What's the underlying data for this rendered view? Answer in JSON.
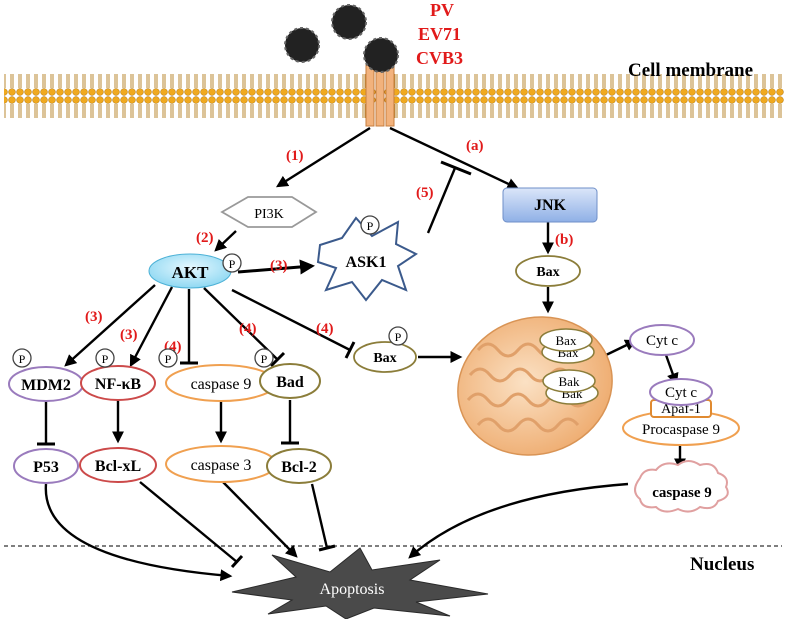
{
  "viruses": {
    "v1": "PV",
    "v2": "EV71",
    "v3": "CVB3",
    "color": "#e11a1a"
  },
  "membrane_label": "Cell membrane",
  "nucleus_label": "Nucleus",
  "nodes": {
    "pi3k": "PI3K",
    "akt": "AKT",
    "ask1": "ASK1",
    "jnk": "JNK",
    "bax_top": "Bax",
    "bax_mid": "Bax",
    "mdm2": "MDM2",
    "nfkb": "NF-κB",
    "casp9_left": "caspase 9",
    "bad": "Bad",
    "p53": "P53",
    "bclxl": "Bcl-xL",
    "casp3": "caspase 3",
    "bcl2": "Bcl-2",
    "cytc1": "Cyt c",
    "cytc2": "Cyt c",
    "apaf": "Apaf-1",
    "procasp9": "Procaspase 9",
    "casp9_right": "caspase 9",
    "mito_bax1": "Bax",
    "mito_bax2": "Bax",
    "mito_bak1": "Bak",
    "mito_bak2": "Bak",
    "apoptosis": "Apoptosis"
  },
  "phospho": "P",
  "steps": {
    "s1": "(1)",
    "s2": "(2)",
    "s3a": "(3)",
    "s3b": "(3)",
    "s3c": "(3)",
    "s4a": "(4)",
    "s4b": "(4)",
    "s4c": "(4)",
    "s5": "(5)",
    "sa": "(a)",
    "sb": "(b)"
  },
  "colors": {
    "akt_fill": "#a9e4f7",
    "jnk_fill": "#b6ccef",
    "membrane": "#e8a020",
    "receptor": "#f2b27c",
    "mito": "#f3c597"
  }
}
